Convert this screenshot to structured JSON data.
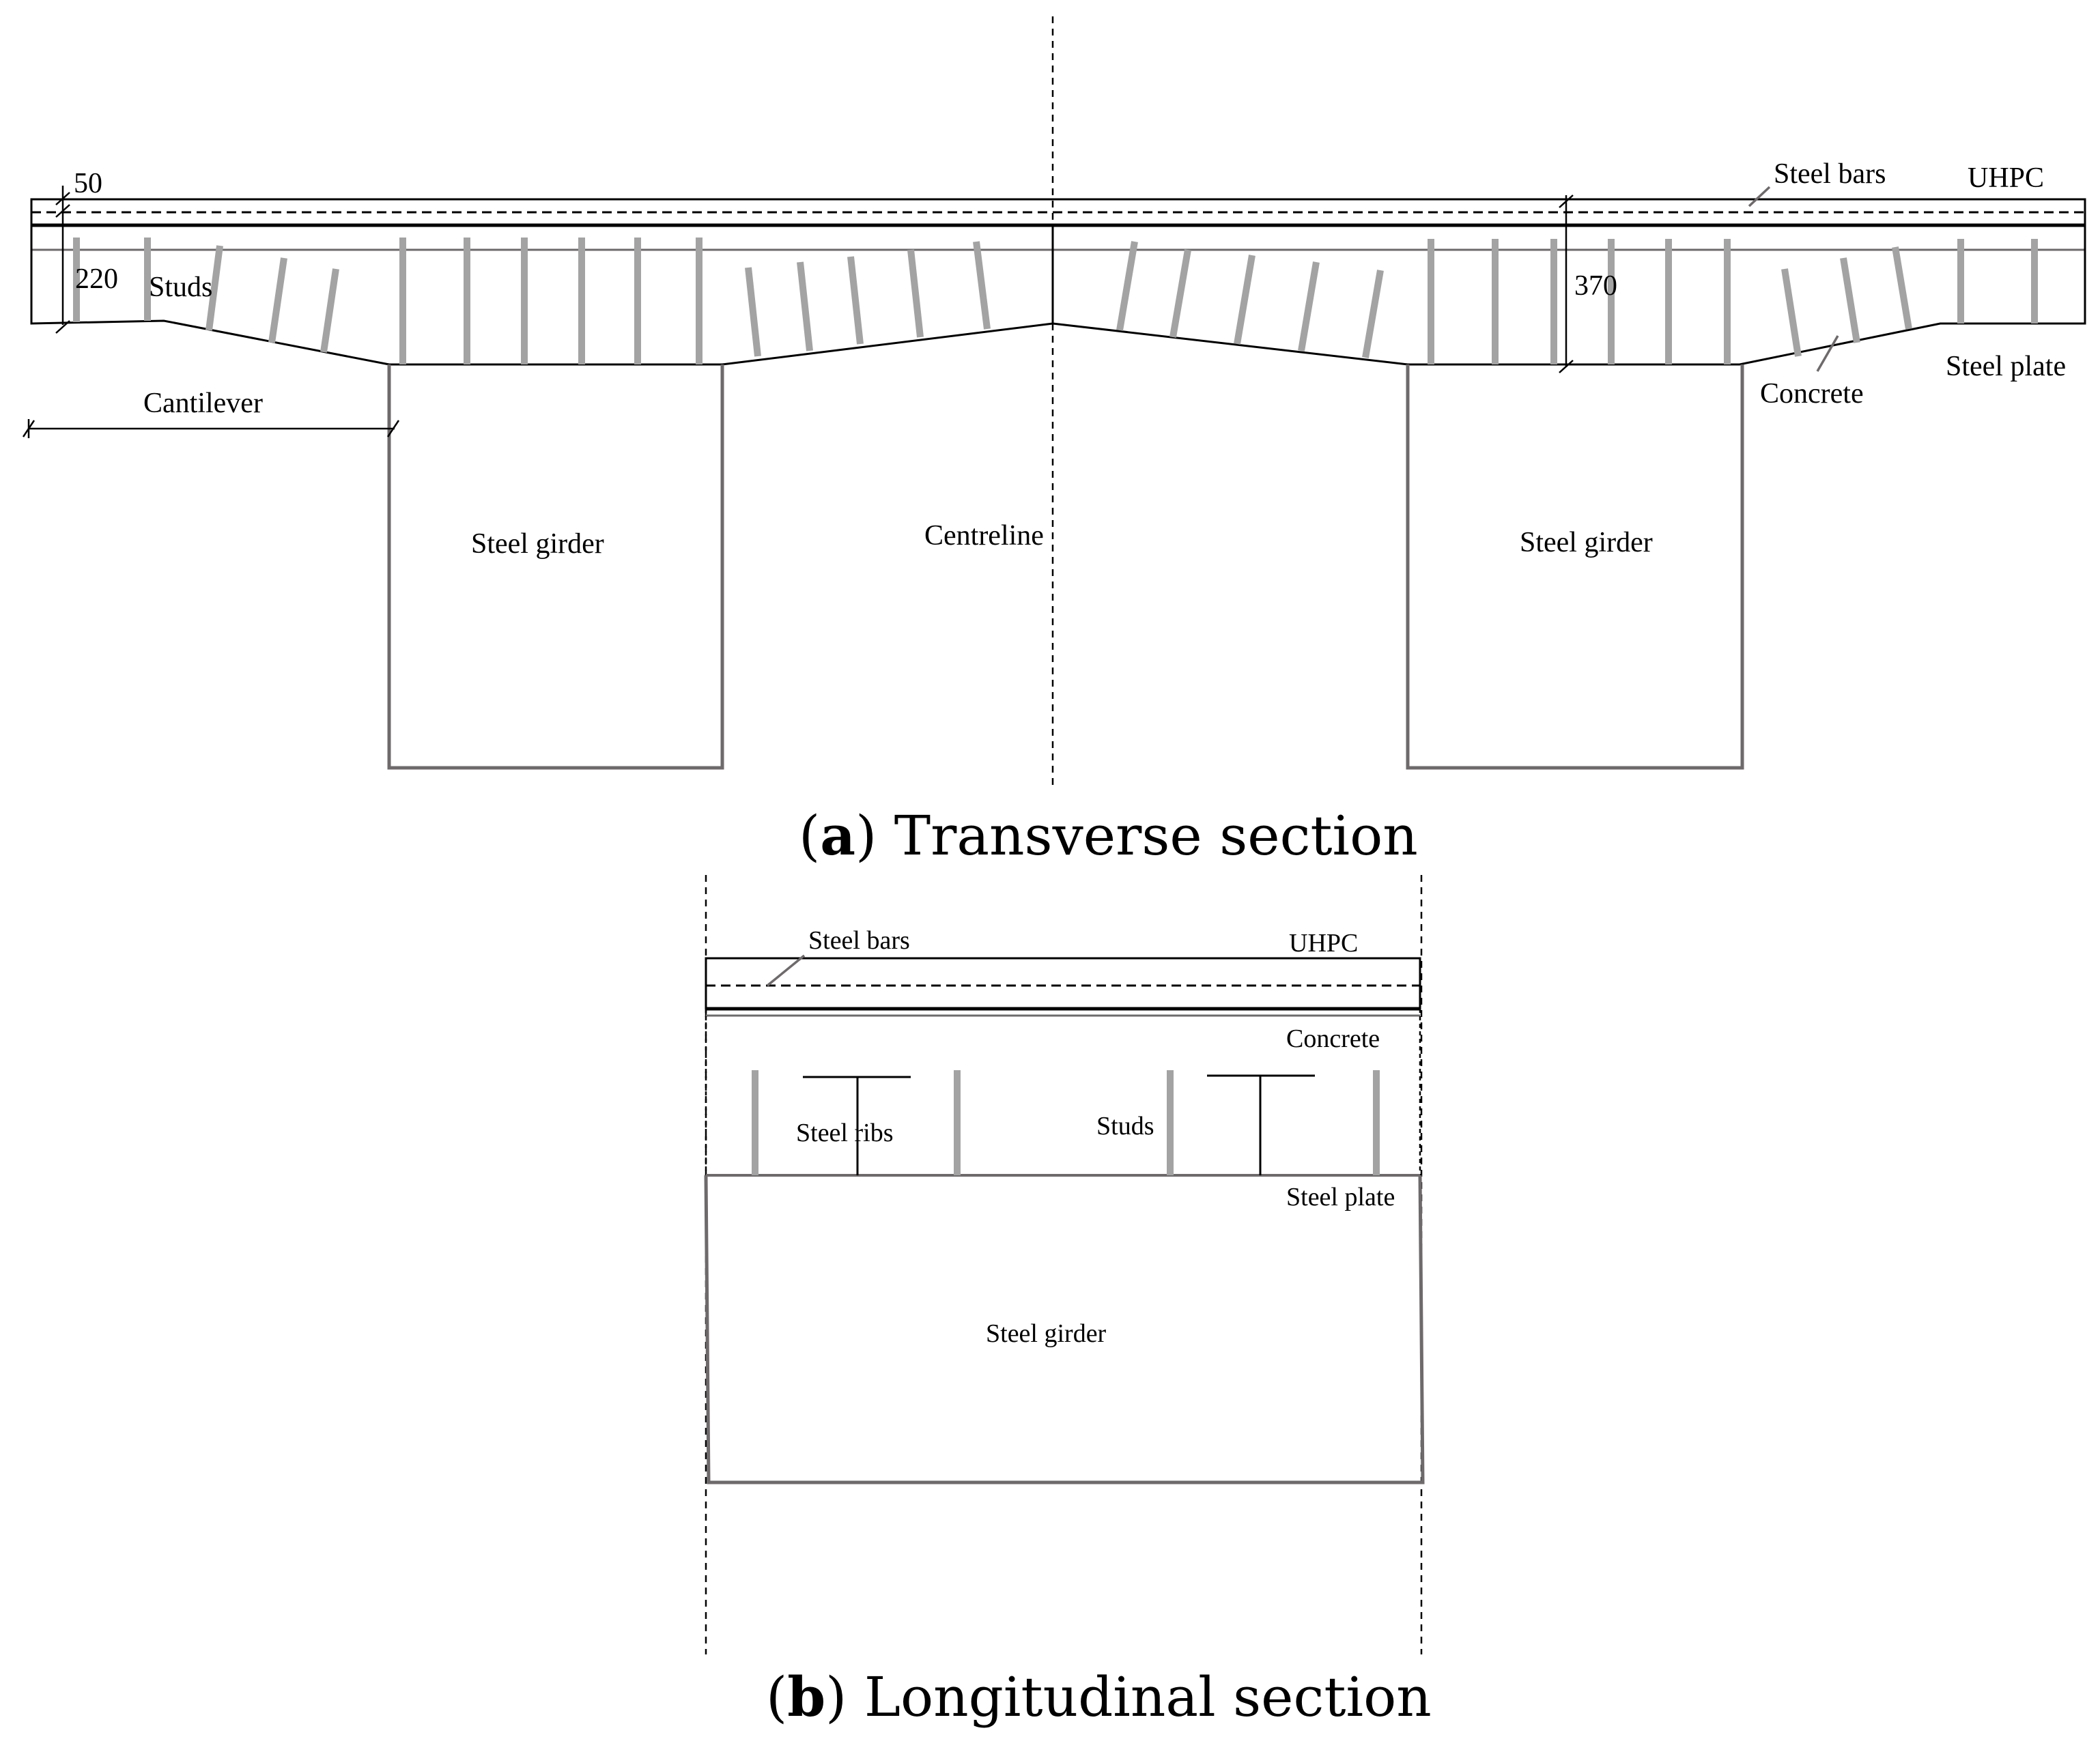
{
  "panel_a": {
    "labels": {
      "dim_top": "50",
      "dim_concrete": "220",
      "dim_total": "370",
      "studs": "Studs",
      "cantilever": "Cantilever",
      "steel_girder_left": "Steel girder",
      "steel_girder_right": "Steel girder",
      "centreline": "Centreline",
      "steel_bars": "Steel bars",
      "uhpc": "UHPC",
      "steel_plate": "Steel plate",
      "concrete": "Concrete"
    },
    "caption": {
      "letter": "a",
      "text": "Transverse section",
      "open": "(",
      "close": ")"
    }
  },
  "panel_b": {
    "labels": {
      "steel_bars": "Steel bars",
      "uhpc": "UHPC",
      "concrete": "Concrete",
      "steel_ribs": "Steel ribs",
      "studs": "Studs",
      "steel_plate": "Steel plate",
      "steel_girder": "Steel girder"
    },
    "caption": {
      "letter": "b",
      "text": "Longitudinal section",
      "open": "(",
      "close": ")"
    }
  },
  "colors": {
    "line": "#000000",
    "girder": "#6e6a6b",
    "stud": "#a3a3a3"
  }
}
